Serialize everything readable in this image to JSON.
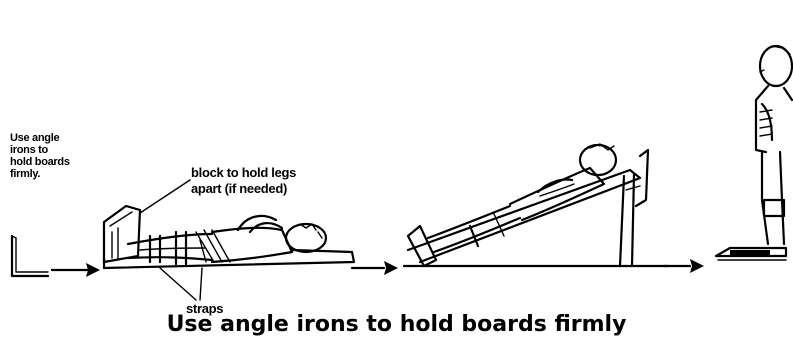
{
  "side_note": {
    "line1": "Use angle",
    "line2": "irons to",
    "line3": "hold boards",
    "line4": "firmly."
  },
  "block_label": {
    "line1": "block to hold legs",
    "line2": "apart (if needed)"
  },
  "straps_label": "straps",
  "caption": "Use angle irons to hold boards firmly"
}
